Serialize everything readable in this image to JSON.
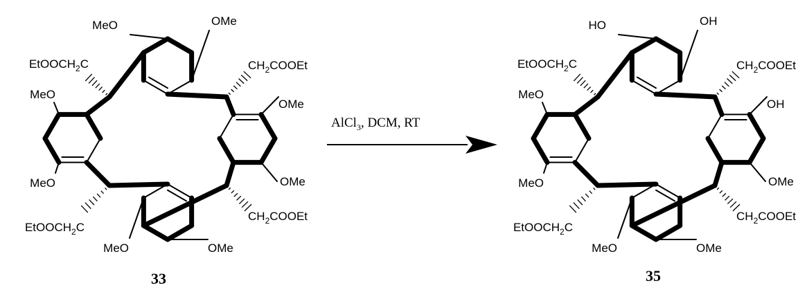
{
  "scheme": {
    "reagent_label": "AlCl",
    "reagent_subscript": "3",
    "reagent_rest": ", DCM, RT",
    "arrow_icon": "reaction-arrow-icon"
  },
  "compound_33": {
    "number": "33",
    "groups": {
      "top_left": "MeO",
      "top_right": "OMe",
      "ester_left_top": "EtOOCH",
      "ester_left_top_sub": "2",
      "ester_left_top_c": "C",
      "ester_right_top": "CH",
      "ester_right_top_sub": "2",
      "ester_right_top_rest": "COOEt",
      "left_upper": "MeO",
      "left_lower": "MeO",
      "right_upper": "OMe",
      "right_lower": "OMe",
      "bottom_left": "MeO",
      "bottom_right": "OMe",
      "ester_left_bottom": "EtOOCH",
      "ester_left_bottom_sub": "2",
      "ester_left_bottom_c": "C",
      "ester_right_bottom": "CH",
      "ester_right_bottom_sub": "2",
      "ester_right_bottom_rest": "COOEt"
    }
  },
  "compound_35": {
    "number": "35",
    "groups": {
      "top_left": "HO",
      "top_right": "OH",
      "ester_left_top": "EtOOCH",
      "ester_left_top_sub": "2",
      "ester_left_top_c": "C",
      "ester_right_top": "CH",
      "ester_right_top_sub": "2",
      "ester_right_top_rest": "COOEt",
      "left_upper": "MeO",
      "left_lower": "MeO",
      "right_upper": "OH",
      "right_lower": "OMe",
      "bottom_left": "MeO",
      "bottom_right": "OMe",
      "ester_left_bottom": "EtOOCH",
      "ester_left_bottom_sub": "2",
      "ester_left_bottom_c": "C",
      "ester_right_bottom": "CH",
      "ester_right_bottom_sub": "2",
      "ester_right_bottom_rest": "COOEt"
    }
  }
}
